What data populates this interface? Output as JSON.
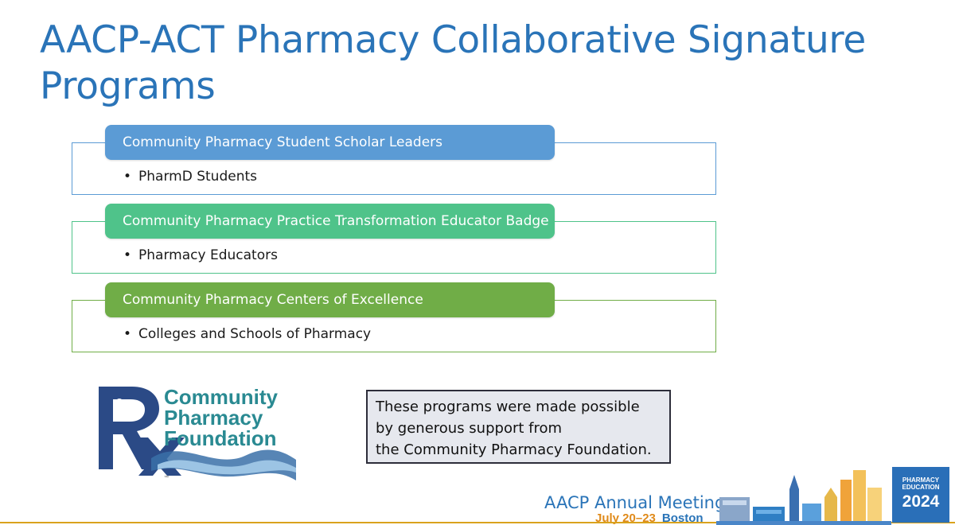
{
  "slide": {
    "title": "AACP-ACT Pharmacy Collaborative Signature Programs"
  },
  "programs": [
    {
      "header": "Community Pharmacy Student Scholar Leaders",
      "item": "PharmD Students",
      "color": "#5b9bd5"
    },
    {
      "header": "Community Pharmacy Practice Transformation Educator Badge",
      "item": "Pharmacy Educators",
      "color": "#4fc38a"
    },
    {
      "header": "Community Pharmacy Centers of Excellence",
      "item": "Colleges and Schools of Pharmacy",
      "color": "#70ad47"
    }
  ],
  "logo": {
    "line1": "Community",
    "line2": "Pharmacy",
    "line3": "Foundation",
    "icon": "rx-family-icon"
  },
  "note": {
    "line1": "These programs were made possible",
    "line2": "by generous support from",
    "line3": "the Community Pharmacy Foundation."
  },
  "footer": {
    "meeting": "AACP Annual Meeting",
    "dates": "July 20–23",
    "city": "Boston",
    "badge_line1": "PHARMACY",
    "badge_line2": "EDUCATION",
    "badge_year": "2024"
  },
  "colors": {
    "title": "#2a74b8",
    "accent_gold": "#d9a21c"
  }
}
